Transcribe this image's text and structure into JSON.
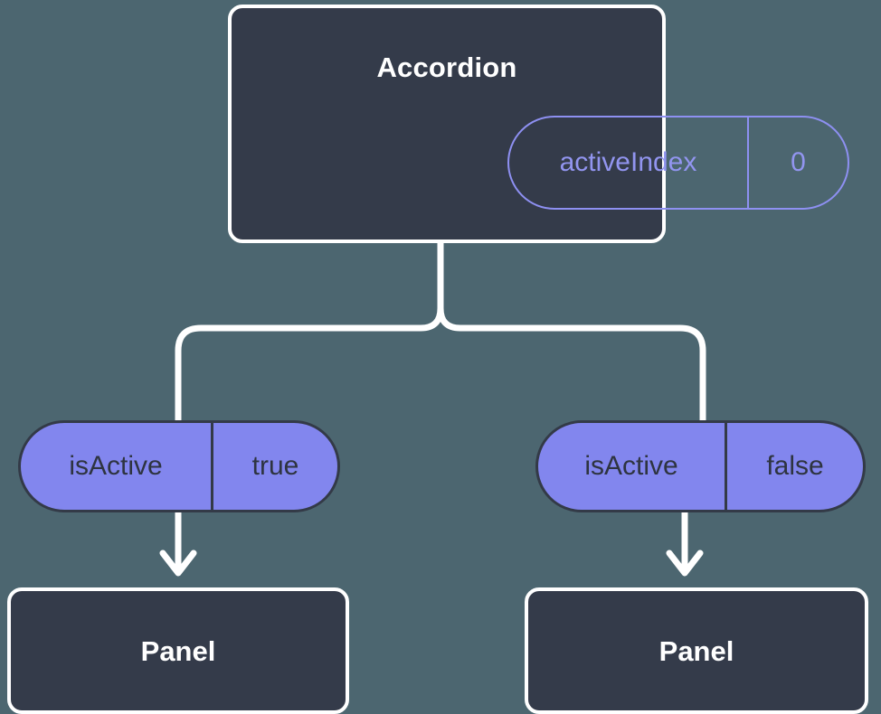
{
  "theme": {
    "background": "#4c6670",
    "node_fill": "#343b4a",
    "node_border": "#ffffff",
    "node_text": "#ffffff",
    "pill_outline_border": "#8e90f2",
    "pill_outline_text": "#9295f0",
    "pill_filled_fill": "#8286ee",
    "pill_filled_border": "#333a47",
    "pill_filled_text": "#2e3440",
    "connector": "#ffffff"
  },
  "diagram": {
    "type": "component-tree",
    "root": {
      "name": "root-node",
      "title": "Accordion",
      "state": {
        "key": "activeIndex",
        "value": "0"
      }
    },
    "branches": [
      {
        "side": "left",
        "prop": {
          "key": "isActive",
          "value": "true"
        },
        "child": {
          "title": "Panel"
        }
      },
      {
        "side": "right",
        "prop": {
          "key": "isActive",
          "value": "false"
        },
        "child": {
          "title": "Panel"
        }
      }
    ]
  }
}
